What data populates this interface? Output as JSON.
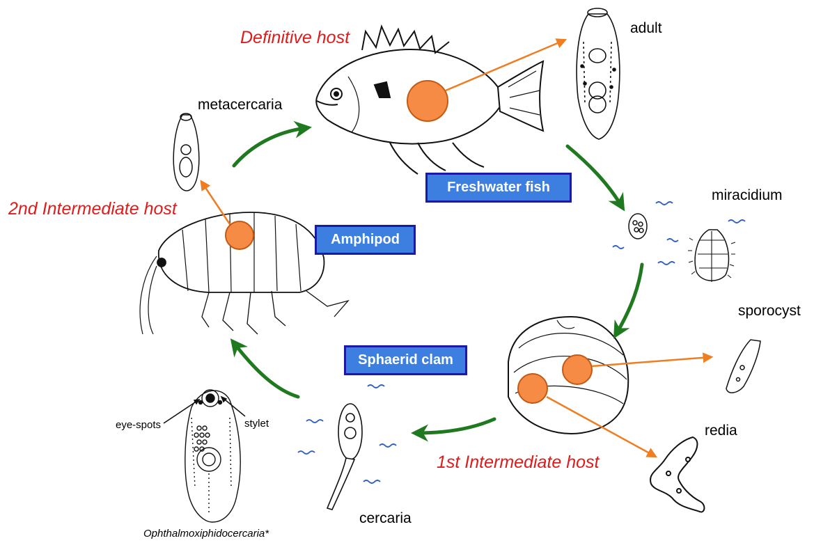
{
  "hosts": {
    "definitive": "Definitive host",
    "second_intermediate": "2nd Intermediate host",
    "first_intermediate": "1st Intermediate host"
  },
  "boxes": {
    "fish": "Freshwater fish",
    "amphipod": "Amphipod",
    "clam": "Sphaerid clam"
  },
  "stages": {
    "adult": "adult",
    "metacercaria": "metacercaria",
    "miracidium": "miracidium",
    "sporocyst": "sporocyst",
    "redia": "redia",
    "cercaria": "cercaria"
  },
  "detail": {
    "eye_spots": "eye-spots",
    "stylet": "stylet",
    "species": "Ophthalmoxiphidocercaria*"
  },
  "colors": {
    "cycle_arrow": "#1f7a1f",
    "infection_arrow": "#ef7d22",
    "infection_site": "#f58b45",
    "host_label": "#e01b1b",
    "box_fill": "#3d7fe0",
    "box_border": "#1a1aa6",
    "water": "#3060c0"
  }
}
